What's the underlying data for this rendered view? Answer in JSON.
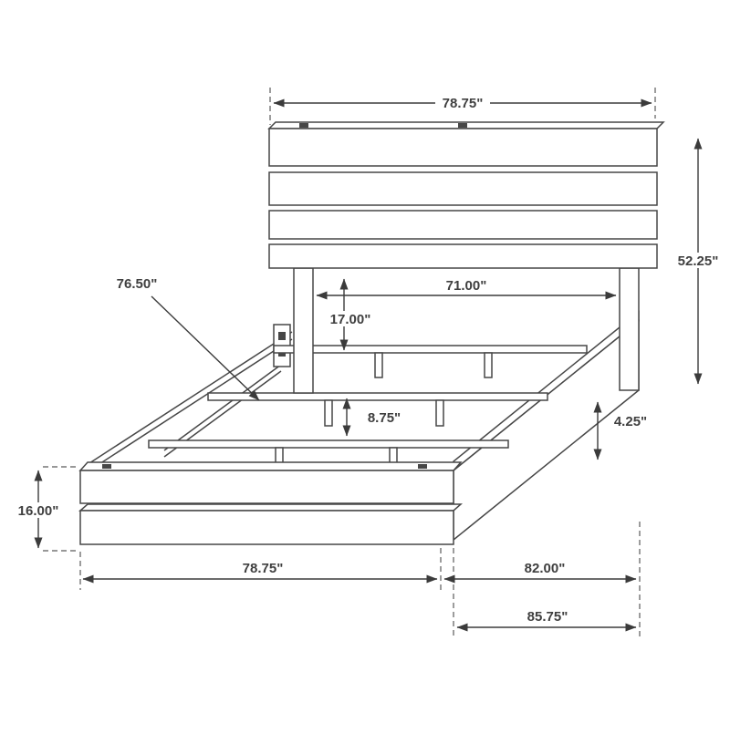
{
  "labels": {
    "headboard_width": "78.75\"",
    "overall_height": "52.25\"",
    "slat_rail_length": "76.50\"",
    "inner_width": "71.00\"",
    "headboard_to_deck": "17.00\"",
    "slat_clearance": "8.75\"",
    "rail_height": "4.25\"",
    "footboard_height": "16.00\"",
    "base_width": "78.75\"",
    "frame_length": "82.00\"",
    "overall_length": "85.75\""
  },
  "colors": {
    "line": "#474747",
    "dimension": "#3b3b3b",
    "text": "#3f3f3f",
    "background": "#ffffff"
  }
}
